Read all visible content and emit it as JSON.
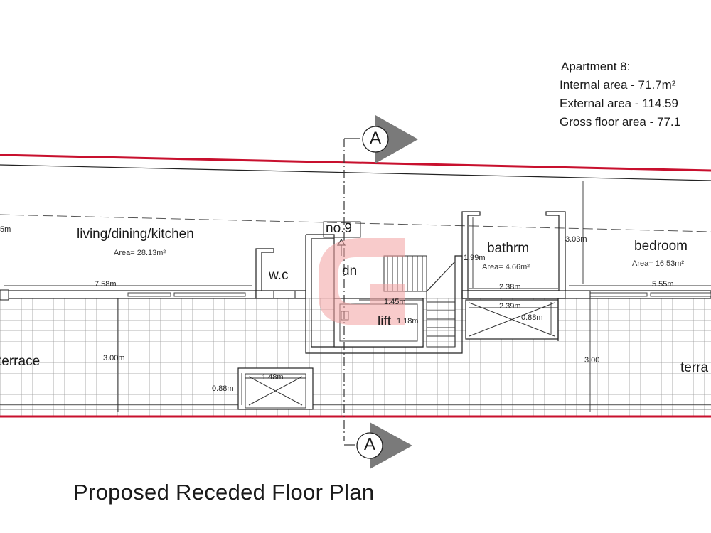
{
  "apartment": {
    "title": "Apartment 8:",
    "internal_area": "Internal area - 71.7m²",
    "external_area": "External area - 114.59",
    "gross_floor_area": "Gross floor area - 77.1"
  },
  "rooms": {
    "living": {
      "name": "living/dining/kitchen",
      "area": "Area= 28.13m²"
    },
    "wc": {
      "name": "w.c"
    },
    "stair": {
      "name": "dn",
      "number": "no.9"
    },
    "lift": {
      "name": "lift"
    },
    "bathroom": {
      "name": "bathrm",
      "area": "Area= 4.66m²"
    },
    "bedroom": {
      "name": "bedroom",
      "area": "Area= 16.53m²"
    },
    "terrace_left": {
      "name": "terrace"
    },
    "terrace_right": {
      "name": "terra"
    }
  },
  "dimensions": {
    "living_width": "7.58m",
    "living_depth": "5m",
    "bath_width": "2.38m",
    "bedroom_width": "5.55m",
    "bedroom_depth": "3.03m",
    "bath_depth": "1.99m",
    "lift_width": "1.45m",
    "lift_depth": "1.18m",
    "void_width": "2.39m",
    "void_depth": "0.88m",
    "terrace_depth_left": "3.00m",
    "terrace_depth_right": "3.00",
    "small_void_width": "1.48m",
    "small_void_depth": "0.88m"
  },
  "section_marker": "A",
  "caption": "Proposed Receded Floor Plan",
  "colors": {
    "boundary": "#c8102e",
    "watermark": "#f2a0a0",
    "line": "#222222",
    "arrow": "#7a7a7a"
  }
}
